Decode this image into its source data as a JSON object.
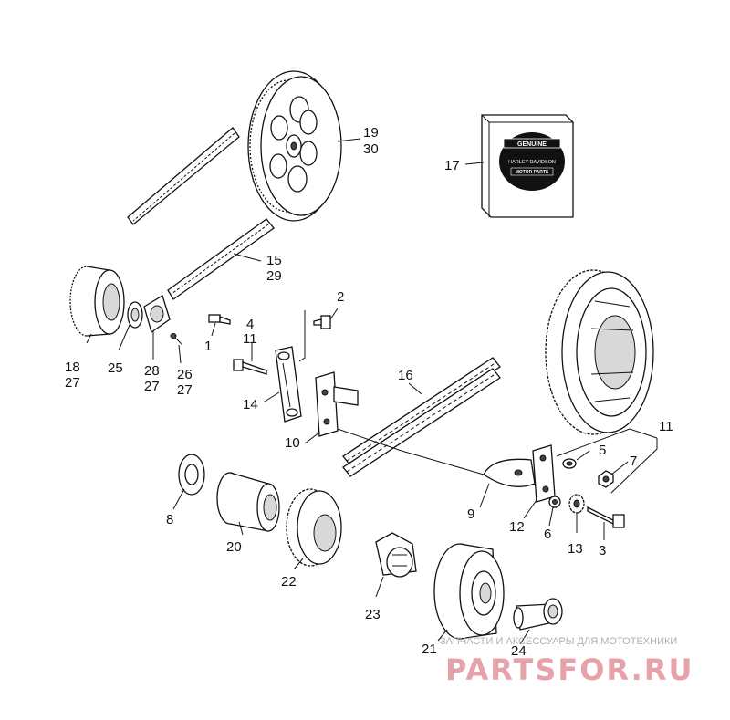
{
  "callouts": [
    {
      "id": "19"
    },
    {
      "id": "30"
    },
    {
      "id": "17"
    },
    {
      "id": "15"
    },
    {
      "id": "29"
    },
    {
      "id": "2"
    },
    {
      "id": "4"
    },
    {
      "id": "11a"
    },
    {
      "id": "1"
    },
    {
      "id": "18"
    },
    {
      "id": "27a"
    },
    {
      "id": "25"
    },
    {
      "id": "28"
    },
    {
      "id": "27b"
    },
    {
      "id": "26"
    },
    {
      "id": "27c"
    },
    {
      "id": "14"
    },
    {
      "id": "16"
    },
    {
      "id": "10"
    },
    {
      "id": "11b"
    },
    {
      "id": "5"
    },
    {
      "id": "7"
    },
    {
      "id": "8"
    },
    {
      "id": "9"
    },
    {
      "id": "12"
    },
    {
      "id": "6"
    },
    {
      "id": "13"
    },
    {
      "id": "3"
    },
    {
      "id": "20"
    },
    {
      "id": "22"
    },
    {
      "id": "23"
    },
    {
      "id": "21"
    },
    {
      "id": "24"
    }
  ],
  "labels": {
    "c19": "19",
    "c30": "30",
    "c17": "17",
    "c15": "15",
    "c29": "29",
    "c2": "2",
    "c4": "4",
    "c11a": "11",
    "c1": "1",
    "c18": "18",
    "c27a": "27",
    "c25": "25",
    "c28": "28",
    "c27b": "27",
    "c26": "26",
    "c27c": "27",
    "c14": "14",
    "c16": "16",
    "c10": "10",
    "c11b": "11",
    "c5": "5",
    "c7": "7",
    "c8": "8",
    "c9": "9",
    "c12": "12",
    "c6": "6",
    "c13": "13",
    "c3": "3",
    "c20": "20",
    "c22": "22",
    "c23": "23",
    "c21": "21",
    "c24": "24"
  },
  "logo": {
    "text_top": "GENUINE",
    "text_mid": "HARLEY-DAVIDSON",
    "text_bottom": "MOTOR PARTS"
  },
  "watermark": {
    "tagline": "ЗАПЧАСТИ И АКСЕССУАРЫ ДЛЯ МОТОТЕХНИКИ",
    "brand": "PARTSFOR.RU"
  },
  "colors": {
    "ink": "#111111",
    "watermark_brand": "#e7a1a8",
    "watermark_text": "#b0b0b0"
  }
}
